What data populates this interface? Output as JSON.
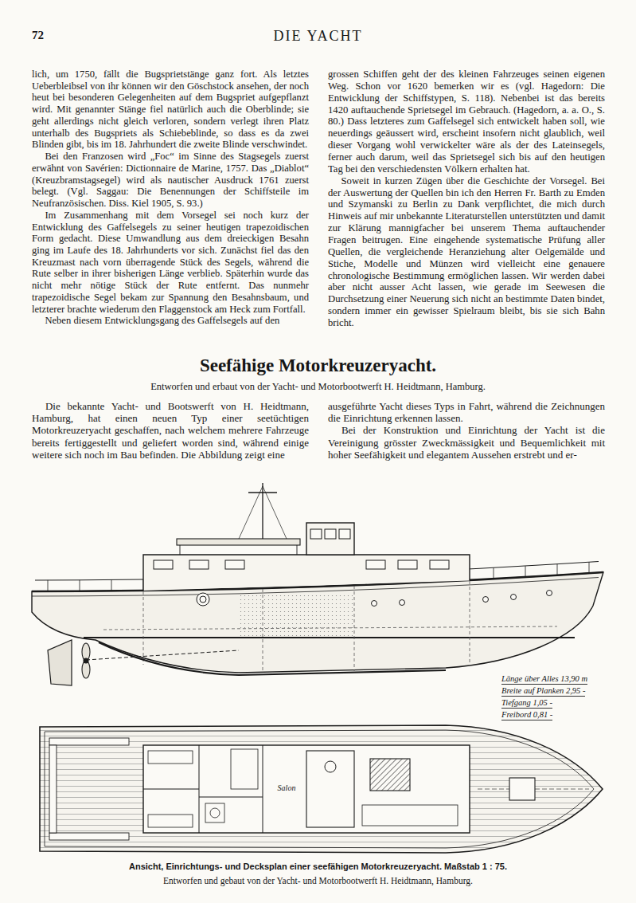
{
  "diagram": {
    "title": "Seefähige Motorkreuzeryacht.",
    "caption": "Ansicht, Einrichtungs- und Decksplan einer seefähigen Motorkreuzeryacht. Maßstab 1 : 75.",
    "labels": [
      "72",
      "DIE YACHT",
      "lich, um 1750, fällt die Bugsprietstänge ganz fort. Als letztes Ueberbleibsel von ihr können wir den Göschstock ansehen, der noch heut bei besonderen Gelegenheiten auf dem Bugspriet aufgepflanzt wird. Mit genannter Stänge fiel natürlich auch die Oberblinde; sie geht allerdings nicht gleich verloren, sondern verlegt ihren Platz unterhalb des Bugspriets als Schiebeblinde, so dass es da zwei Blinden gibt, bis im 18. Jahrhundert die zweite Blinde verschwindet.",
      "Bei den Franzosen wird „Foc“ im Sinne des Stagsegels zuerst erwähnt von Savérien: Dictionnaire de Marine, 1757. Das „Diablot“ (Kreuzbramstagsegel) wird als nautischer Ausdruck 1761 zuerst belegt. (Vgl. Saggau: Die Benennungen der Schiffsteile im Neufranzösischen. Diss. Kiel 1905, S. 93.)",
      "Im Zusammenhang mit dem Vorsegel sei noch kurz der Entwicklung des Gaffelsegels zu seiner heutigen trapezoidischen Form gedacht. Diese Umwandlung aus dem dreieckigen Besahn ging im Laufe des 18. Jahrhunderts vor sich. Zunächst fiel das den Kreuzmast nach vorn überragende Stück des Segels, während die Rute selber in ihrer bisherigen Länge verblieb. Späterhin wurde das nicht mehr nötige Stück der Rute entfernt. Das nunmehr trapezoidische Segel bekam zur Spannung den Besahnsbaum, und letzterer brachte wiederum den Flaggenstock am Heck zum Fortfall.",
      "Neben diesem Entwicklungsgang des Gaffelsegels auf den",
      "grossen Schiffen geht der des kleinen Fahrzeuges seinen eigenen Weg. Schon vor 1620 bemerken wir es (vgl. Hagedorn: Die Entwicklung der Schiffstypen, S. 118). Nebenbei ist das bereits 1420 auftauchende Sprietsegel im Gebrauch. (Hagedorn, a. a. O., S. 80.) Dass letzteres zum Gaffelsegel sich entwickelt haben soll, wie neuerdings geäussert wird, erscheint insofern nicht glaublich, weil dieser Vorgang wohl verwickelter wäre als der des Lateinsegels, ferner auch darum, weil das Sprietsegel sich bis auf den heutigen Tag bei den verschiedensten Völkern erhalten hat.",
      "Soweit in kurzen Zügen über die Geschichte der Vorsegel. Bei der Auswertung der Quellen bin ich den Herren Fr. Barth zu Emden und Szymanski zu Berlin zu Dank verpflichtet, die mich durch Hinweis auf mir unbekannte Literaturstellen unterstützten und damit zur Klärung mannigfacher bei unserem Thema auftauchender Fragen beitrugen. Eine eingehende systematische Prüfung aller Quellen, die vergleichende Heranziehung alter Oelgemälde und Stiche, Modelle und Münzen wird vielleicht eine genauere chronologische Bestimmung ermöglichen lassen. Wir werden dabei aber nicht ausser Acht lassen, wie gerade im Seewesen die Durchsetzung einer Neuerung sich nicht an bestimmte Daten bindet, sondern immer ein gewisser Spielraum bleibt, bis sie sich Bahn bricht.",
      "Entworfen und erbaut von der Yacht- und Motorbootwerft H. Heidtmann, Hamburg.",
      "Die bekannte Yacht- und Bootswerft von H. Heidtmann, Hamburg, hat einen neuen Typ einer seetüchtigen Motorkreuzeryacht geschaffen, nach welchem mehrere Fahrzeuge bereits fertiggestellt und geliefert worden sind, während einige weitere sich noch im Bau befinden. Die Abbildung zeigt eine",
      "ausgeführte Yacht dieses Typs in Fahrt, während die Zeichnungen die Einrichtung erkennen lassen.",
      "Bei der Konstruktion und Einrichtung der Yacht ist die Vereinigung grösster Zweckmässigkeit und Bequemlichkeit mit hoher Seefähigkeit und elegantem Aussehen erstrebt und er-",
      "Länge über Alles 13,90 m",
      "Breite auf Planken 2,95 -",
      "Tiefgang 1,05 -",
      "Freibord 0,81 -",
      "Salon",
      "Entworfen und gebaut von der Yacht- und Motorbootwerft H. Heidtmann, Hamburg."
    ]
  }
}
